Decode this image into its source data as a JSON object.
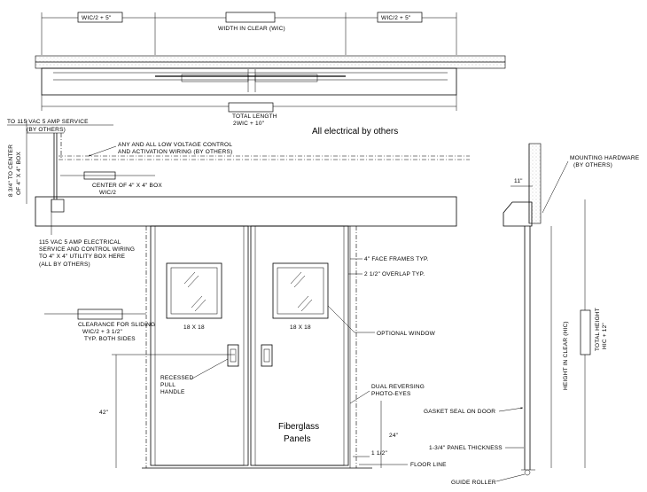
{
  "top_view": {
    "dim_left": "WIC/2 + 5\"",
    "dim_center": "WIDTH IN CLEAR (WIC)",
    "dim_right": "WIC/2 + 5\"",
    "total_length_1": "TOTAL LENGTH",
    "total_length_2": "2WIC + 10\""
  },
  "notes": {
    "service_1": "TO 115 VAC 5 AMP SERVICE",
    "service_2": "(BY OTHERS)",
    "center_box_v1": "8 3/4\" TO CENTER",
    "center_box_v2": "OF 4\" X 4\" BOX",
    "low_voltage_1": "ANY AND ALL LOW VOLTAGE CONTROL",
    "low_voltage_2": "AND ACTIVATION WIRING (BY OTHERS)",
    "center_box_1": "CENTER OF 4\" X 4\" BOX",
    "center_box_2": "WIC/2",
    "electrical_1": "115 VAC 5 AMP ELECTRICAL",
    "electrical_2": "SERVICE AND CONTROL WIRING",
    "electrical_3": "TO 4\" X 4\" UTILITY BOX HERE",
    "electrical_4": "(ALL BY OTHERS)",
    "all_electrical": "All electrical by others",
    "clearance_1": "CLEARANCE FOR SLIDING",
    "clearance_2": "WIC/2 + 3 1/2\"",
    "clearance_3": "TYP. BOTH SIDES",
    "face_frames": "4\" FACE FRAMES TYP.",
    "overlap": "2 1/2\" OVERLAP TYP.",
    "window_left": "18 X 18",
    "window_right": "18 X 18",
    "optional_window": "OPTIONAL WINDOW",
    "pull_1": "RECESSED",
    "pull_2": "PULL",
    "pull_3": "HANDLE",
    "dim_42": "42\"",
    "photo_1": "DUAL REVERSING",
    "photo_2": "PHOTO-EYES",
    "dim_24": "24\"",
    "dim_1_5": "1 1/2\"",
    "floor_line": "FLOOR LINE",
    "fiberglass_1": "Fiberglass",
    "fiberglass_2": "Panels"
  },
  "side_view": {
    "dim_11": "11\"",
    "mounting_1": "MOUNTING HARDWARE",
    "mounting_2": "(BY OTHERS)",
    "hic": "HEIGHT IN CLEAR (HIC)",
    "total_height_1": "TOTAL HEIGHT",
    "total_height_2": "HIC + 12\"",
    "gasket": "GASKET SEAL ON DOOR",
    "panel_thickness": "1-3/4\" PANEL THICKNESS",
    "guide_roller": "GUIDE ROLLER"
  }
}
